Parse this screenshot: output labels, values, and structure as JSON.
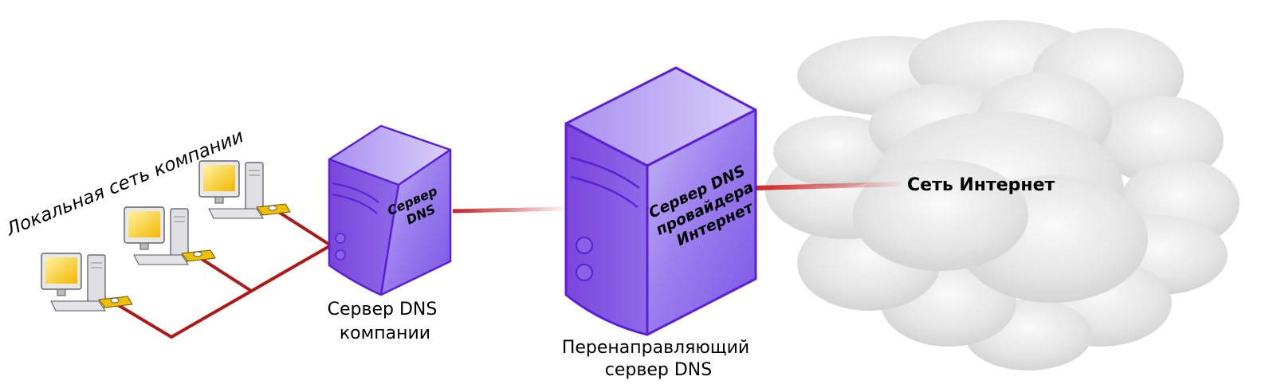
{
  "local_network_label": "Локальная сеть компании",
  "company_dns": {
    "face_text": [
      "Сервер",
      "DNS"
    ],
    "caption": [
      "Сервер DNS",
      "компании"
    ]
  },
  "forwarding_dns": {
    "face_text": [
      "Сервер DNS",
      "провайдера",
      "Интернет"
    ],
    "caption": [
      "Перенаправляющий",
      "сервер DNS"
    ]
  },
  "internet_label": "Сеть Интернет",
  "colors": {
    "link": "#b01818",
    "server_front": "#8a64e8",
    "server_side": "#6a3fd0",
    "server_outline": "#5a1fd6",
    "monitor_screen": "#ffd21a",
    "cloud": "#dcdcdc"
  }
}
